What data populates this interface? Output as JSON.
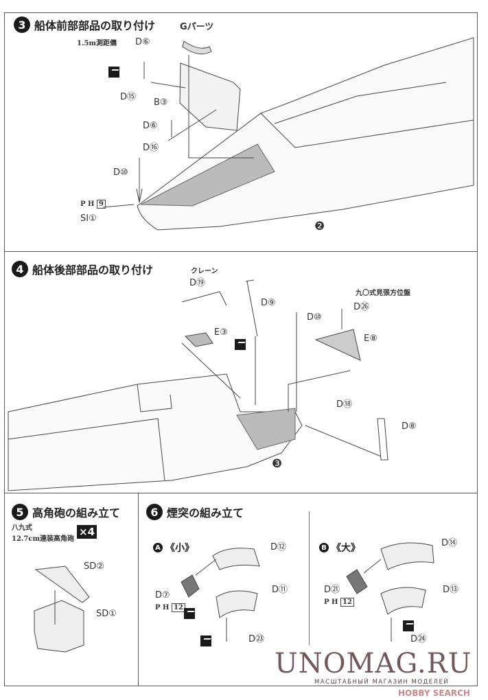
{
  "steps": [
    {
      "number": "3",
      "title": "船体前部部品の取り付け"
    },
    {
      "number": "4",
      "title": "船体後部部品の取り付け"
    },
    {
      "number": "5",
      "title": "高角砲の組み立て"
    },
    {
      "number": "6",
      "title": "煙突の組み立て"
    }
  ],
  "step3": {
    "g_parts": "Gパーツ",
    "rangefinder": "1.5m測距儀",
    "labels": [
      "D⑥",
      "D⑮",
      "B③",
      "D⑥",
      "D⑯",
      "D⑩",
      "SI①",
      "9",
      "❷"
    ],
    "ph": "P H"
  },
  "step4": {
    "crane": "クレーン",
    "director": "九〇式見張方位盤",
    "labels": [
      "D⑲",
      "D⑨",
      "E③",
      "D⑩",
      "D㉖",
      "E⑧",
      "D⑱",
      "D⑧",
      "❸"
    ]
  },
  "step5": {
    "gun_name_1": "八九式",
    "gun_name_2": "12.7cm連装高角砲",
    "multiplier": "×4",
    "labels": [
      "SD②",
      "SD①"
    ]
  },
  "step6": {
    "a_badge": "A",
    "a_label": "《小》",
    "b_badge": "B",
    "b_label": "《大》",
    "labels": [
      "D⑫",
      "D⑦",
      "D⑪",
      "12",
      "D㉓",
      "D⑭",
      "D㉑",
      "D⑬",
      "12",
      "D㉔"
    ]
  },
  "watermark": {
    "main": "UNOMAG.RU",
    "sub": "МАСШТАБНЫЙ МАГАЗИН МОДЕЛЕЙ",
    "source": "HOBBY SEARCH"
  },
  "icons": [
    "cement-glue-icon"
  ]
}
